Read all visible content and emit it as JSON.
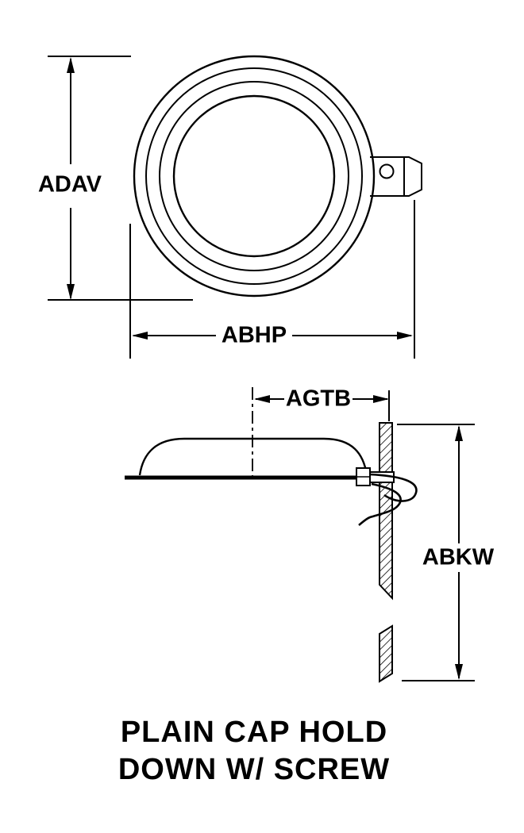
{
  "colors": {
    "background": "#ffffff",
    "ink": "#000000"
  },
  "drawing": {
    "dimension_labels": {
      "adav": "ADAV",
      "abhp": "ABHP",
      "agtb": "AGTB",
      "abkw": "ABKW"
    },
    "caption": {
      "line1": "PLAIN CAP HOLD",
      "line2": "DOWN W/ SCREW"
    }
  }
}
